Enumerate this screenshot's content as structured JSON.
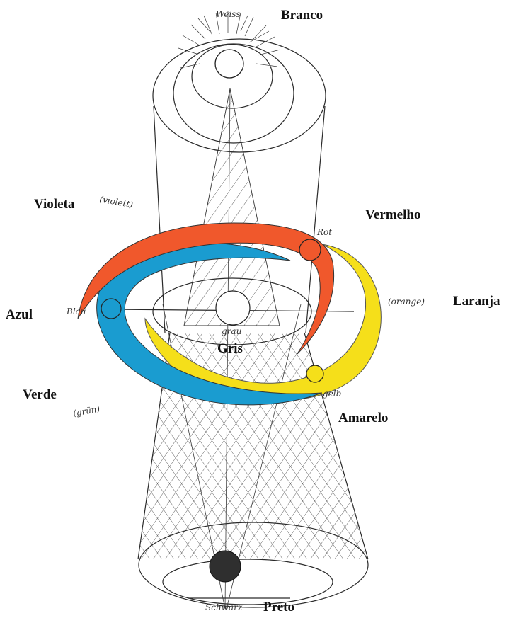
{
  "labels": {
    "branco": "Branco",
    "violeta": "Violeta",
    "vermelho": "Vermelho",
    "azul": "Azul",
    "laranja": "Laranja",
    "gris": "Gris",
    "verde": "Verde",
    "amarelo": "Amarelo",
    "preto": "Preto"
  },
  "handwritten": {
    "weiss": "Weiss",
    "violett": "(violett)",
    "rot": "Rot",
    "orange": "(orange)",
    "blau": "Blau",
    "grau": "grau",
    "grun": "(grün)",
    "gelb": "gelb",
    "schwarz": "Schwarz"
  },
  "colors": {
    "red": "#f0582c",
    "blue": "#1a9cd0",
    "yellow": "#f5df1a",
    "black": "#2f2f2f",
    "ink": "#2a2a2a"
  }
}
